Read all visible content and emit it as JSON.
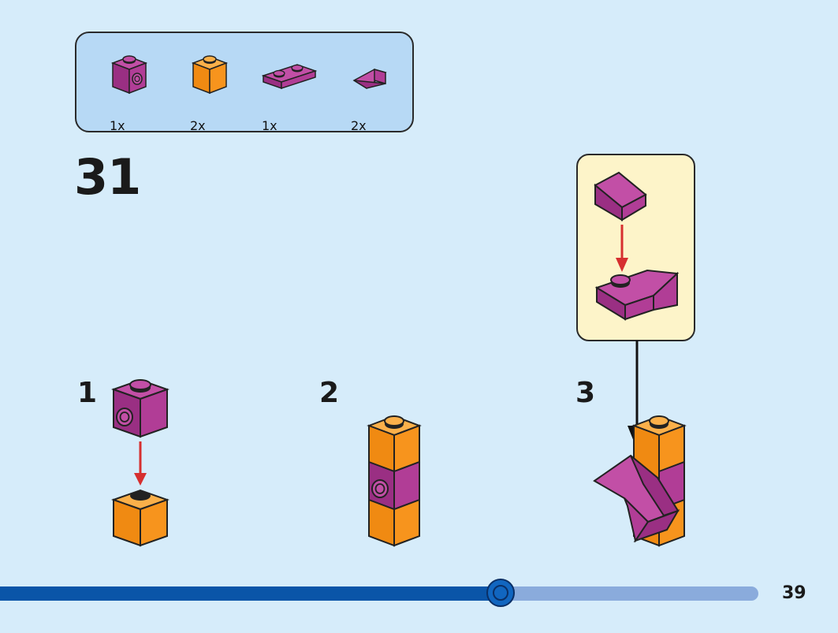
{
  "parts_list": {
    "items": [
      {
        "icon": "purple-brick-1x1-side-stud-icon",
        "quantity": "1x"
      },
      {
        "icon": "orange-brick-1x1-icon",
        "quantity": "2x"
      },
      {
        "icon": "purple-plate-1x2-icon",
        "quantity": "1x"
      },
      {
        "icon": "purple-slope-icon",
        "quantity": "2x"
      }
    ]
  },
  "step": {
    "number": "31"
  },
  "sub_steps": [
    {
      "label": "1"
    },
    {
      "label": "2"
    },
    {
      "label": "3"
    }
  ],
  "progress": {
    "fraction": 0.66
  },
  "page": {
    "number": "39"
  },
  "colors": {
    "purple": "#a8388f",
    "orange": "#f7941d",
    "background": "#d6ecfa",
    "arrow_red": "#d62f2f",
    "callout_bg": "#fdf4c9"
  }
}
